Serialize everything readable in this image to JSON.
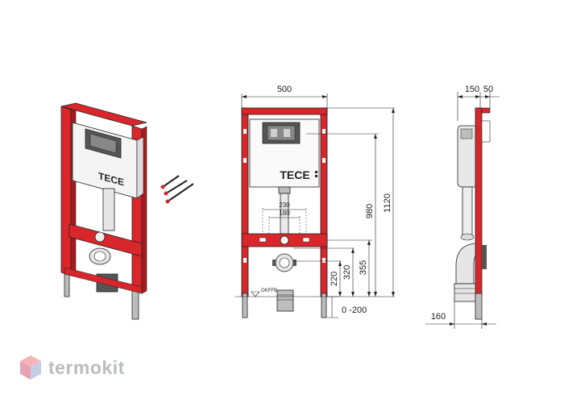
{
  "colors": {
    "frame": "#d9262b",
    "frame_dark": "#a51c20",
    "line": "#222222",
    "grey": "#bdbdbd",
    "dark": "#555555",
    "watermark": "#c3c6ca"
  },
  "isometric": {
    "brand": "TECE"
  },
  "front_view": {
    "brand": "TECE",
    "width_label": "500",
    "height_total_label": "1120",
    "height_frame_label": "980",
    "pipe_spacing_outer_label": "230",
    "pipe_spacing_inner_label": "180",
    "h355_label": "355",
    "h320_label": "320",
    "h220_label": "220",
    "adjust_label": "0 -200",
    "floor_label": "OKFFB"
  },
  "side_view": {
    "depth_top_label_a": "150",
    "depth_top_label_b": "50",
    "depth_bottom_label": "160"
  },
  "watermark": {
    "text": "termokit",
    "logo": "hexagon-cube-icon"
  }
}
